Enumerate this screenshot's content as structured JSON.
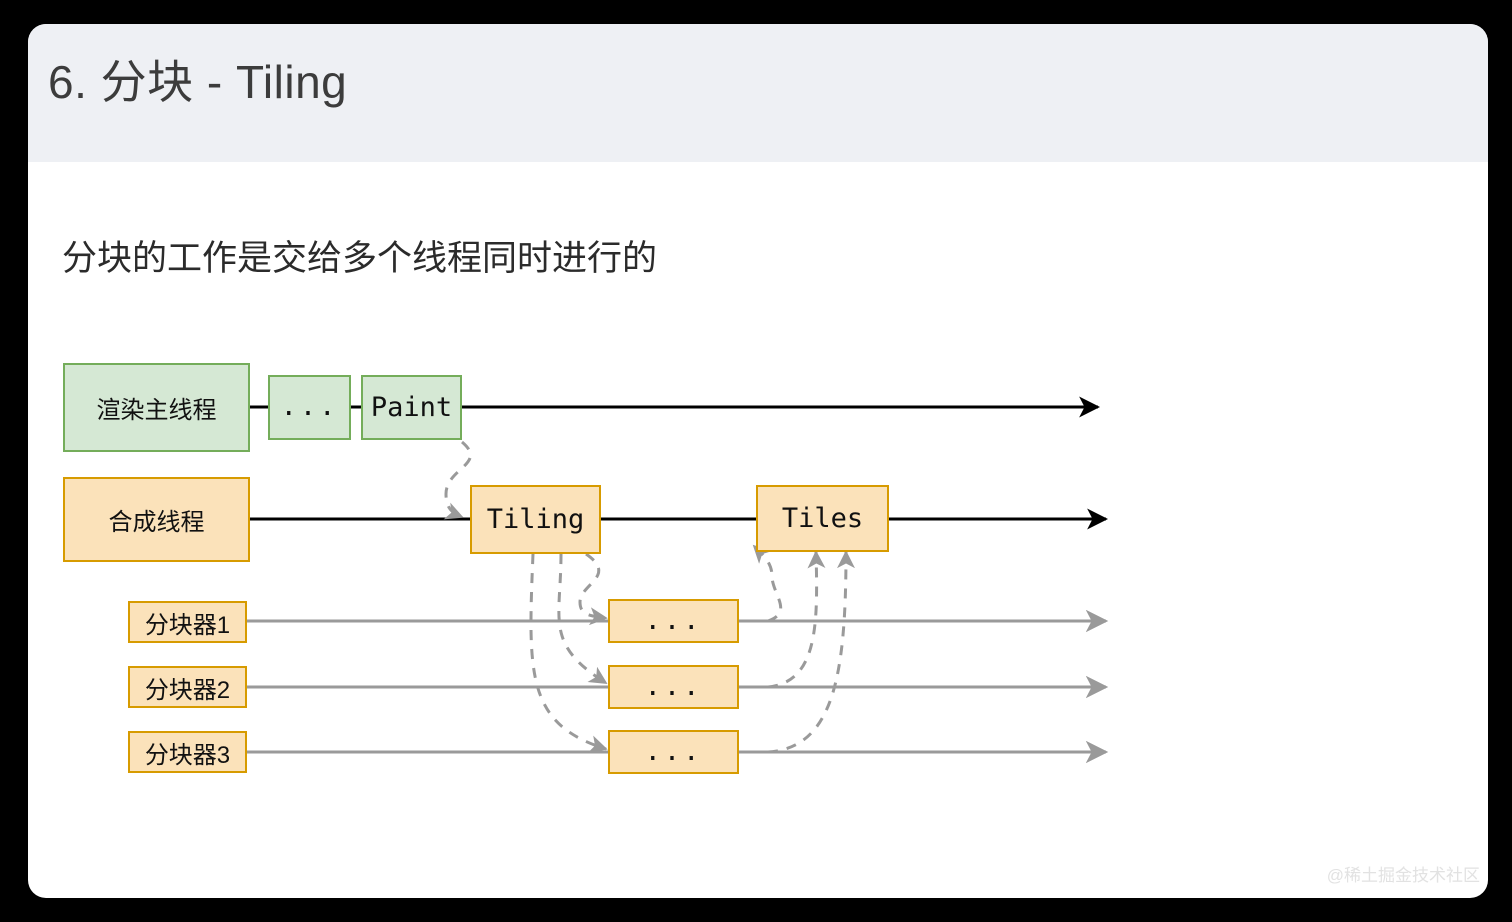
{
  "slide": {
    "title": "6. 分块 - Tiling",
    "subtitle": "分块的工作是交给多个线程同时进行的",
    "watermark": "@稀土掘金技术社区",
    "colors": {
      "page_background": "#000000",
      "card_background": "#ffffff",
      "header_background": "#eef0f4",
      "title_text": "#3c3c3c",
      "green_fill": "#d5e8d4",
      "green_border": "#74ad5a",
      "orange_fill": "#fbe2ba",
      "orange_border": "#d79b00",
      "main_timeline": "#000000",
      "worker_timeline": "#9a9a9a",
      "dashed_arrow": "#9a9a9a"
    }
  },
  "diagram": {
    "lanes": [
      {
        "id": "render-main-thread",
        "label": "渲染主线程",
        "style": "green"
      },
      {
        "id": "compositor-thread",
        "label": "合成线程",
        "style": "orange"
      },
      {
        "id": "tiler-1",
        "label": "分块器1",
        "style": "orange"
      },
      {
        "id": "tiler-2",
        "label": "分块器2",
        "style": "orange"
      },
      {
        "id": "tiler-3",
        "label": "分块器3",
        "style": "orange"
      }
    ],
    "nodes": {
      "main_ellipsis": "...",
      "paint": "Paint",
      "tiling": "Tiling",
      "tiles": "Tiles",
      "worker_1_ellipsis": "...",
      "worker_2_ellipsis": "...",
      "worker_3_ellipsis": "..."
    }
  }
}
